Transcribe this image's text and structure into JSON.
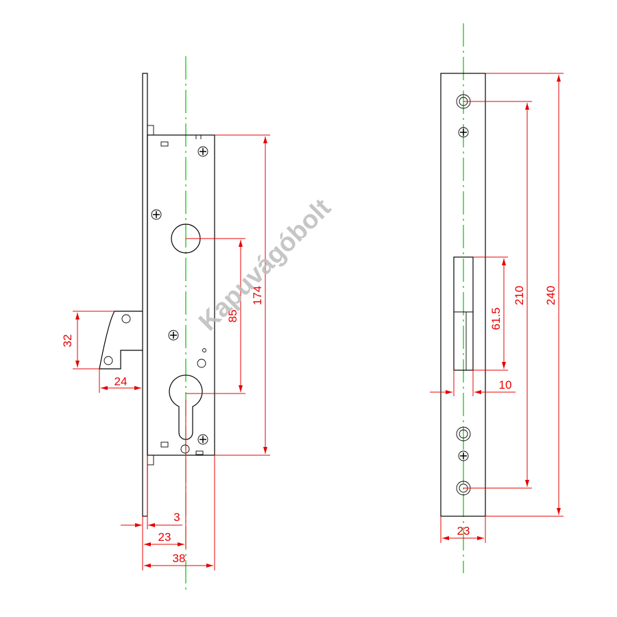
{
  "watermark": "Kapuvágóbolt",
  "colors": {
    "outline": "#000000",
    "dimension": "#e60000",
    "centerline": "#00c000",
    "watermark": "#bdbdbd"
  },
  "side_view": {
    "dim_32": "32",
    "dim_24": "24",
    "dim_85": "85",
    "dim_174": "174",
    "dim_3": "3",
    "dim_23": "23",
    "dim_38": "38"
  },
  "front_view": {
    "dim_240": "240",
    "dim_210": "210",
    "dim_61_5": "61.5",
    "dim_10": "10",
    "dim_23": "23"
  }
}
